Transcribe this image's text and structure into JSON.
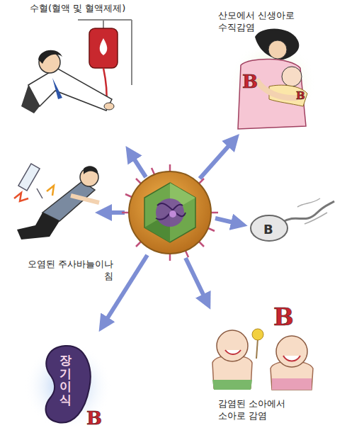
{
  "diagram": {
    "nodes": [
      {
        "text": [
          "수혈(혈액 및 혈액제제)"
        ]
      },
      {
        "text": [
          "산모에서 신생아로 수직감염",
          "B",
          "B"
        ]
      },
      {
        "text": [
          "오염된 주사바늘이나 침"
        ]
      },
      {
        "text": [
          "B"
        ]
      },
      {
        "text": [
          "장기이식",
          "B"
        ]
      },
      {
        "text": [
          "B",
          "감염된 소아에서 소아로 감염"
        ]
      }
    ]
  }
}
